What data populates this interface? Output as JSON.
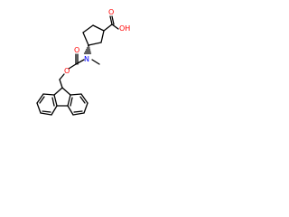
{
  "molecule": {
    "atom_labels": {
      "carboxyl_oxygen": "O",
      "hydroxyl": "OH",
      "amine_nitrogen": "N",
      "carbamate_carbonyl_oxygen": "O",
      "carbamate_ester_oxygen": "O"
    },
    "colors": {
      "bond": "#000000",
      "oxygen": "#ff0000",
      "nitrogen": "#0000ff"
    }
  }
}
